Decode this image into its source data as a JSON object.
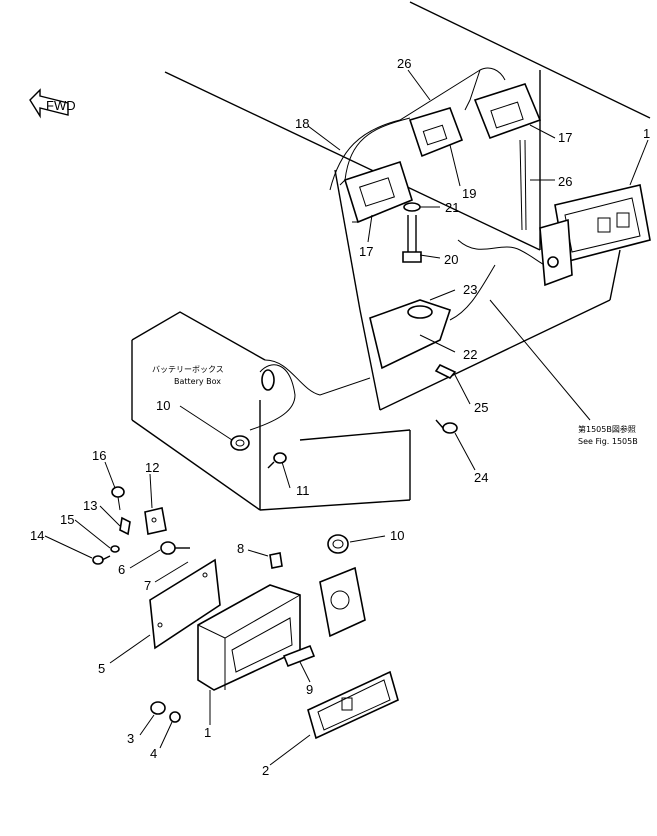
{
  "direction": {
    "label": "FWD"
  },
  "notes": {
    "battery_box_jp": "バッテリーボックス",
    "battery_box_en": "Battery Box",
    "see_fig_jp": "第1505B図参照",
    "see_fig_en": "See Fig. 1505B"
  },
  "callouts": {
    "c1_right": "1",
    "c26_top": "26",
    "c18": "18",
    "c17_right": "17",
    "c26_right": "26",
    "c19": "19",
    "c21": "21",
    "c17_left": "17",
    "c20": "20",
    "c23": "23",
    "c22": "22",
    "c25": "25",
    "c24": "24",
    "c10_upper": "10",
    "c11": "11",
    "c16": "16",
    "c12": "12",
    "c13": "13",
    "c15": "15",
    "c14": "14",
    "c6": "6",
    "c7": "7",
    "c8": "8",
    "c10_lower": "10",
    "c5": "5",
    "c9": "9",
    "c3": "3",
    "c4": "4",
    "c1_lower": "1",
    "c2": "2"
  }
}
